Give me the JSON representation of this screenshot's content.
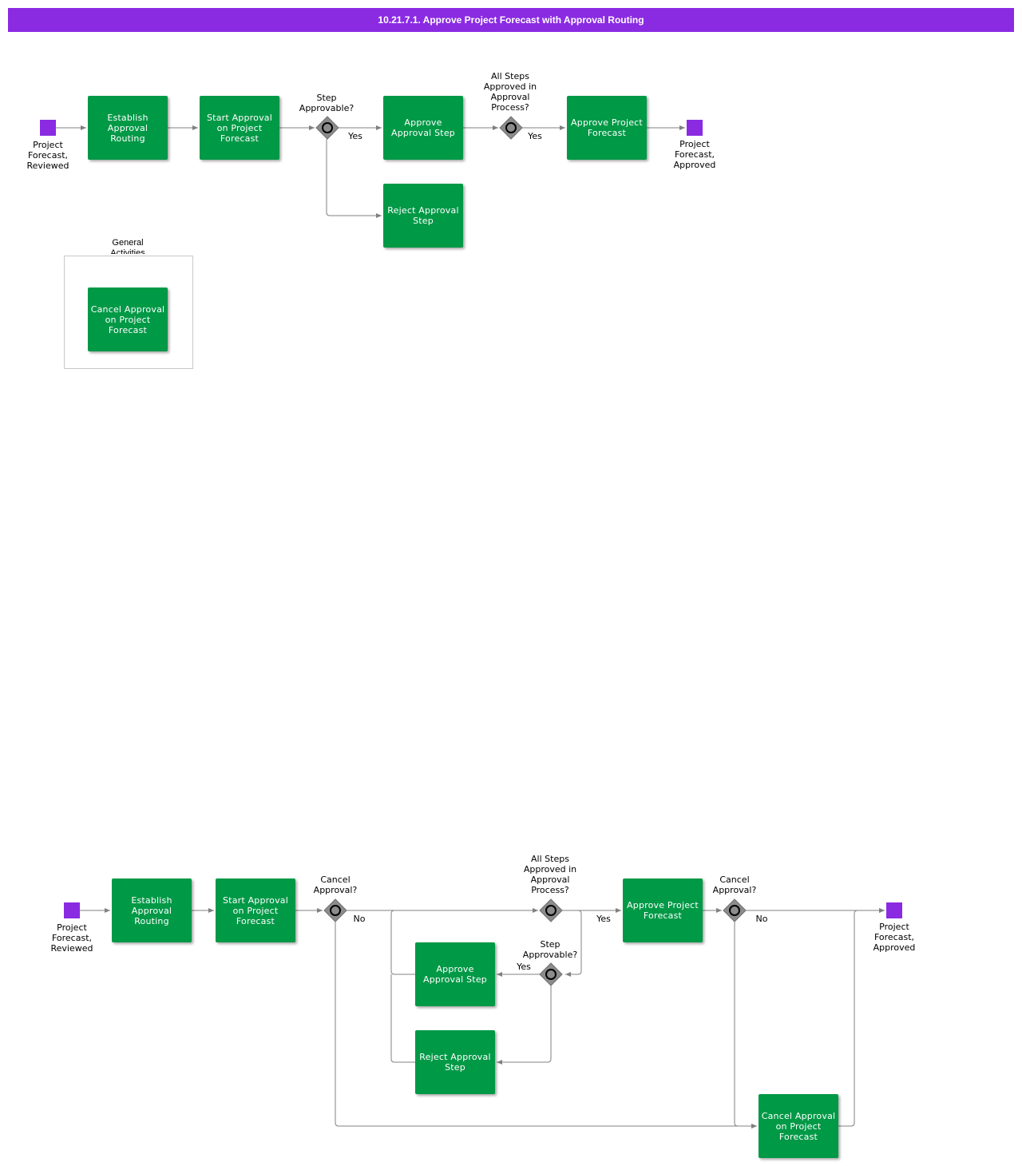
{
  "title": "10.21.7.1. Approve Project Forecast with Approval Routing",
  "diagram1": {
    "start_event": "Project Forecast, Reviewed",
    "end_event": "Project Forecast, Approved",
    "tasks": {
      "establish": "Establish Approval Routing",
      "start_approval": "Start Approval on Project Forecast",
      "approve_step": "Approve Approval Step",
      "approve_forecast": "Approve Project Forecast",
      "reject_step": "Reject Approval Step"
    },
    "gateways": {
      "step_approvable": "Step Approvable?",
      "all_steps": "All Steps Approved in Approval Process?"
    },
    "flow_labels": {
      "yes1": "Yes",
      "yes2": "Yes"
    },
    "group": {
      "label": "General Activities",
      "task": "Cancel Approval on Project Forecast"
    }
  },
  "diagram2": {
    "start_event": "Project Forecast, Reviewed",
    "end_event": "Project Forecast, Approved",
    "tasks": {
      "establish": "Establish Approval Routing",
      "start_approval": "Start Approval on Project Forecast",
      "approve_step": "Approve Approval Step",
      "reject_step": "Reject Approval Step",
      "approve_forecast": "Approve Project Forecast",
      "cancel": "Cancel Approval on Project Forecast"
    },
    "gateways": {
      "cancel1": "Cancel Approval?",
      "all_steps": "All Steps Approved in Approval Process?",
      "step_approvable": "Step Approvable?",
      "cancel2": "Cancel Approval?"
    },
    "flow_labels": {
      "no1": "No",
      "yes_all": "Yes",
      "yes_step": "Yes",
      "no2": "No"
    }
  },
  "colors": {
    "title_bar": "#8a2be2",
    "event": "#8a2be2",
    "task": "#009946",
    "gateway": "#8c8c8c",
    "edge": "#808080"
  }
}
